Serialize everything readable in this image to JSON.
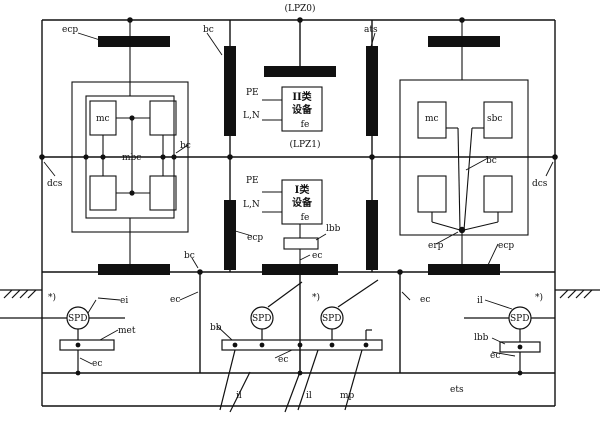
{
  "zones": {
    "outer": "(LPZ0)",
    "inner": "(LPZ1)"
  },
  "equipment": {
    "class2_line1": "II类",
    "class2_line2": "设备",
    "class1_line1": "I类",
    "class1_line2": "设备",
    "fe": "fe"
  },
  "labels": {
    "ecp": "ecp",
    "bc": "bc",
    "ats": "ats",
    "mc": "mc",
    "mbc": "mbc",
    "sbc": "sbc",
    "dcs": "dcs",
    "pe": "PE",
    "ln": "L,N",
    "lbb": "lbb",
    "ec": "ec",
    "erp": "erp",
    "spd": "SPD",
    "star": "*)",
    "ei": "ei",
    "met": "met",
    "bb": "bb",
    "il": "il",
    "mp": "mp",
    "ets": "ets"
  }
}
